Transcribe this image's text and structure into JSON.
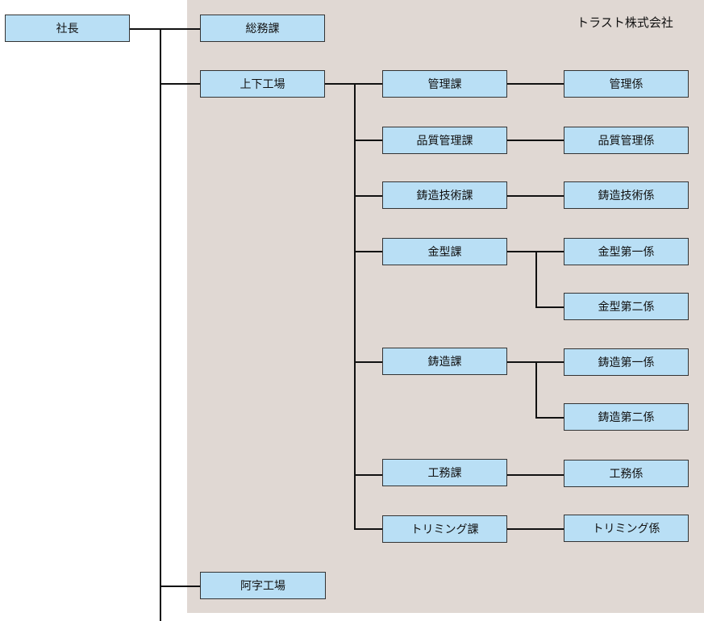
{
  "company": "トラスト株式会社",
  "president": "社長",
  "general_affairs": "総務課",
  "kamishimo_plant": {
    "name": "上下工場",
    "sections": [
      {
        "name": "管理課",
        "teams": [
          "管理係"
        ]
      },
      {
        "name": "品質管理課",
        "teams": [
          "品質管理係"
        ]
      },
      {
        "name": "鋳造技術課",
        "teams": [
          "鋳造技術係"
        ]
      },
      {
        "name": "金型課",
        "teams": [
          "金型第一係",
          "金型第二係"
        ]
      },
      {
        "name": "鋳造課",
        "teams": [
          "鋳造第一係",
          "鋳造第二係"
        ]
      },
      {
        "name": "工務課",
        "teams": [
          "工務係"
        ]
      },
      {
        "name": "トリミング課",
        "teams": [
          "トリミング係"
        ]
      }
    ]
  },
  "aza_plant": "阿字工場"
}
